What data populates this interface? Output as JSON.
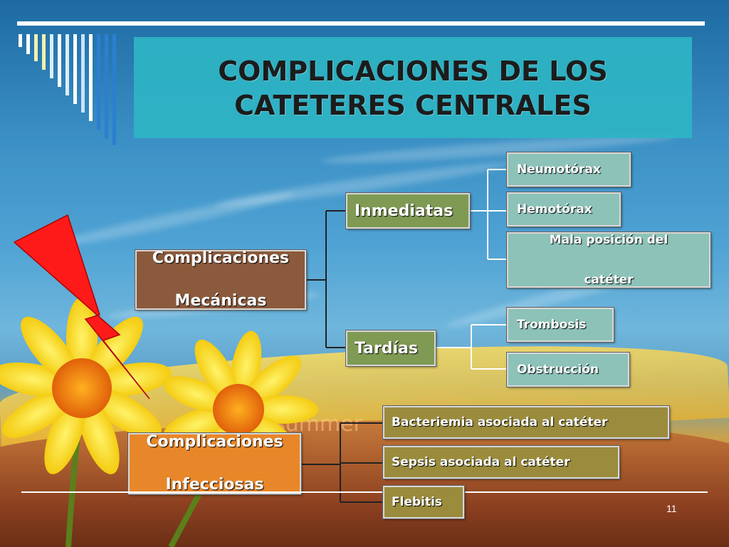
{
  "slide": {
    "title_line1": "COMPLICACIONES DE LOS",
    "title_line2": "CATETERES CENTRALES",
    "page_number": "11"
  },
  "mechanical": {
    "root_line1": "Complicaciones",
    "root_line2": "Mecánicas",
    "immediate": {
      "label": "Inmediatas",
      "items": [
        "Neumotórax",
        "Hemotórax",
        "Mala posición del",
        "catéter"
      ]
    },
    "late": {
      "label": "Tardías",
      "items": [
        "Trombosis",
        "Obstrucción"
      ]
    }
  },
  "infectious": {
    "root_line1": "Complicaciones",
    "root_line2": "Infecciosas",
    "items": [
      "Bacteriemia asociada al catéter",
      "Sepsis asociada al catéter",
      "Flebitis"
    ]
  },
  "background": {
    "watermark_text": "summer"
  },
  "colors": {
    "title_box": "#2fb4c4",
    "mechanical_root": "#8b5a3c",
    "branch": "#7f9a52",
    "leaf": "#8cc2b8",
    "infectious_root": "#e8862a",
    "infectious_leaf": "#9a8c3c",
    "lightning": "#ff1a1a"
  }
}
